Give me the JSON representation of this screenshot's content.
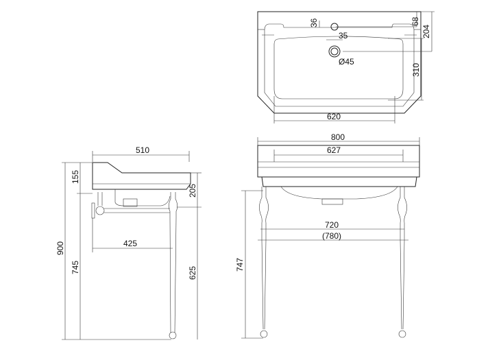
{
  "top_view": {
    "dim_tap_offset": "36",
    "dim_tap_hole": "35",
    "dim_waste": "Ø45",
    "dim_rim": "68",
    "dim_waste_from_back": "204",
    "dim_bowl_depth": "310",
    "dim_bowl_width": "620"
  },
  "front_view": {
    "dim_overall_width": "800",
    "dim_inner_width": "627",
    "dim_leg_centres": "720",
    "dim_leg_outer": "(780)",
    "dim_rim_height": "747"
  },
  "side_view": {
    "dim_depth": "510",
    "dim_back_height": "155",
    "dim_basin_height": "205",
    "dim_total_height": "900",
    "dim_underside_height": "745",
    "dim_leg_projection": "425",
    "dim_bar_height": "625"
  }
}
